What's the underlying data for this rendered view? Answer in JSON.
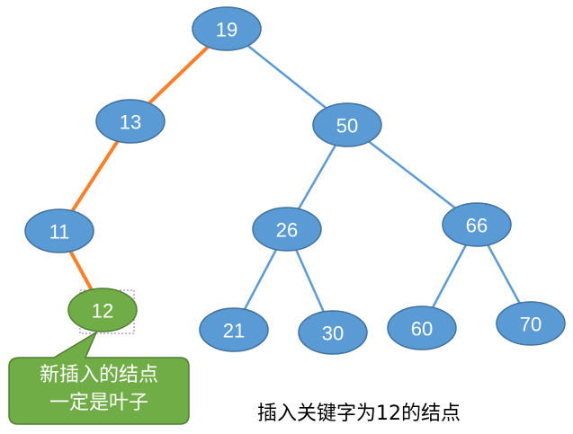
{
  "tree": {
    "nodes": [
      {
        "id": "n19",
        "label": "19"
      },
      {
        "id": "n13",
        "label": "13"
      },
      {
        "id": "n50",
        "label": "50"
      },
      {
        "id": "n11",
        "label": "11"
      },
      {
        "id": "n26",
        "label": "26"
      },
      {
        "id": "n66",
        "label": "66"
      },
      {
        "id": "n12",
        "label": "12",
        "inserted": true
      },
      {
        "id": "n21",
        "label": "21"
      },
      {
        "id": "n30",
        "label": "30"
      },
      {
        "id": "n60",
        "label": "60"
      },
      {
        "id": "n70",
        "label": "70"
      }
    ],
    "edges": [
      [
        "n19",
        "n13",
        "path"
      ],
      [
        "n19",
        "n50",
        "normal"
      ],
      [
        "n13",
        "n11",
        "path"
      ],
      [
        "n11",
        "n12",
        "path"
      ],
      [
        "n50",
        "n26",
        "normal"
      ],
      [
        "n50",
        "n66",
        "normal"
      ],
      [
        "n26",
        "n21",
        "normal"
      ],
      [
        "n26",
        "n30",
        "normal"
      ],
      [
        "n66",
        "n60",
        "normal"
      ],
      [
        "n66",
        "n70",
        "normal"
      ]
    ]
  },
  "colors": {
    "node": "#5b9bd5",
    "node_border": "#41719c",
    "inserted": "#70ad47",
    "edge": "#5b9bd5",
    "path": "#ff7f27"
  },
  "callout": {
    "line1": "新插入的结点",
    "line2": "一定是叶子"
  },
  "caption": "插入关键字为12的结点"
}
